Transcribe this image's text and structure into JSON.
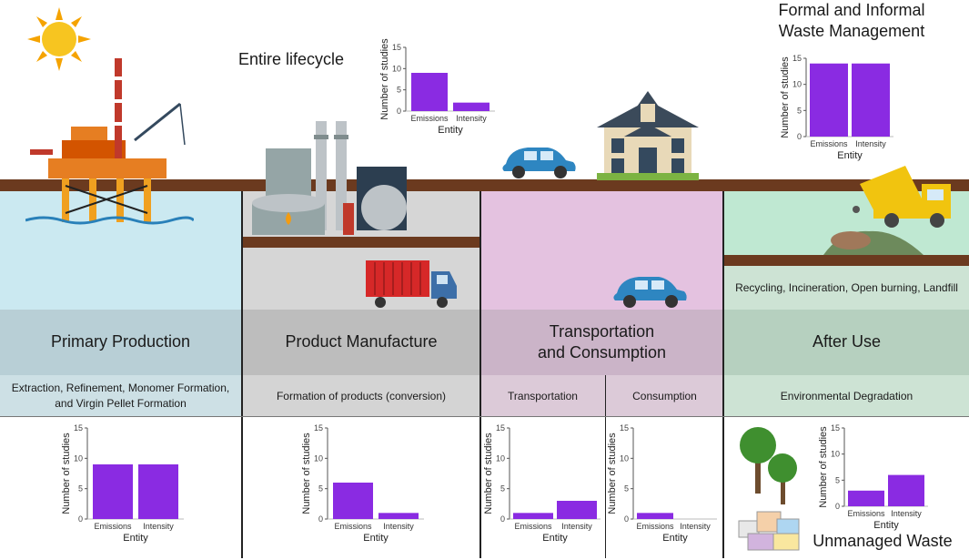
{
  "labels": {
    "entire_lifecycle": "Entire lifecycle",
    "waste_mgmt_line1": "Formal and Informal",
    "waste_mgmt_line2": "Waste Management",
    "unmanaged_waste": "Unmanaged Waste"
  },
  "stages": {
    "primary": "Primary Production",
    "manufacture": "Product Manufacture",
    "transport_line1": "Transportation",
    "transport_line2": "and Consumption",
    "after_use": "After Use"
  },
  "substages": {
    "primary_line1": "Extraction, Refinement, Monomer Formation,",
    "primary_line2": "and Virgin Pellet Formation",
    "manufacture": "Formation of products (conversion)",
    "transportation": "Transportation",
    "consumption": "Consumption",
    "after_use": "Environmental Degradation",
    "after_use_top": "Recycling, Incineration, Open burning, Landfill"
  },
  "colors": {
    "bar": "#8a2be2",
    "ground": "#6b3a1f",
    "ocean": "#cbe9f1",
    "primary_band": "#b8cfd6",
    "primary_sub": "#cde0e5",
    "manufacture_top": "#d6d6d6",
    "manufacture_band": "#bdbdbd",
    "transport_top": "#e4c2e0",
    "transport_band": "#cbb4c8",
    "transport_sub": "#dccad8",
    "after_top": "#bfe8d2",
    "after_band": "#b6d0bf",
    "after_sub": "#cde3d4"
  },
  "chart_data": [
    {
      "id": "entire_lifecycle",
      "type": "bar",
      "categories": [
        "Emissions",
        "Intensity"
      ],
      "values": [
        9,
        2
      ],
      "xlabel": "Entity",
      "ylabel": "Number of studies",
      "ylim": [
        0,
        15
      ],
      "yticks": [
        0,
        5,
        10,
        15
      ]
    },
    {
      "id": "waste_management",
      "type": "bar",
      "categories": [
        "Emissions",
        "Intensity"
      ],
      "values": [
        14,
        14
      ],
      "xlabel": "Entity",
      "ylabel": "Number of studies",
      "ylim": [
        0,
        15
      ],
      "yticks": [
        0,
        5,
        10,
        15
      ]
    },
    {
      "id": "primary_production",
      "type": "bar",
      "categories": [
        "Emissions",
        "Intensity"
      ],
      "values": [
        9,
        9
      ],
      "xlabel": "Entity",
      "ylabel": "Number of studies",
      "ylim": [
        0,
        15
      ],
      "yticks": [
        0,
        5,
        10,
        15
      ]
    },
    {
      "id": "product_manufacture",
      "type": "bar",
      "categories": [
        "Emissions",
        "Intensity"
      ],
      "values": [
        6,
        1
      ],
      "xlabel": "Entity",
      "ylabel": "Number of studies",
      "ylim": [
        0,
        15
      ],
      "yticks": [
        0,
        5,
        10,
        15
      ]
    },
    {
      "id": "transportation",
      "type": "bar",
      "categories": [
        "Emissions",
        "Intensity"
      ],
      "values": [
        1,
        3
      ],
      "xlabel": "Entity",
      "ylabel": "Number of studies",
      "ylim": [
        0,
        15
      ],
      "yticks": [
        0,
        5,
        10,
        15
      ]
    },
    {
      "id": "consumption",
      "type": "bar",
      "categories": [
        "Emissions",
        "Intensity"
      ],
      "values": [
        1,
        0
      ],
      "xlabel": "Entity",
      "ylabel": "Number of studies",
      "ylim": [
        0,
        15
      ],
      "yticks": [
        0,
        5,
        10,
        15
      ]
    },
    {
      "id": "unmanaged_waste",
      "type": "bar",
      "categories": [
        "Emissions",
        "Intensity"
      ],
      "values": [
        3,
        6
      ],
      "xlabel": "Entity",
      "ylabel": "Number of studies",
      "ylim": [
        0,
        15
      ],
      "yticks": [
        0,
        5,
        10,
        15
      ]
    }
  ]
}
